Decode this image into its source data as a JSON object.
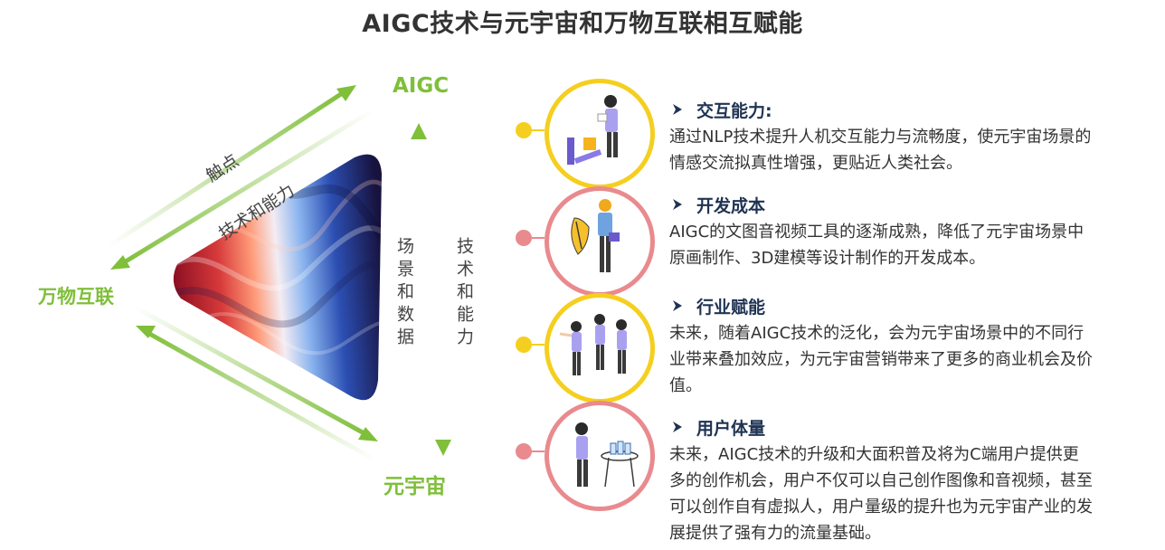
{
  "title": "AIGC技术与元宇宙和万物互联相互赋能",
  "nodes": {
    "aigc": "AIGC",
    "iot": "万物互联",
    "metaverse": "元宇宙"
  },
  "edges": {
    "touchpoint": "触点",
    "tech_ability_diag": "技术和能力",
    "scene_data": "场景和数据",
    "tech_ability_vert": "技术和能力"
  },
  "colors": {
    "green": "#7fbf3a",
    "yellow": "#f5cf1f",
    "pink": "#e98a8e",
    "head": "#1f3352"
  },
  "features": [
    {
      "title": "交互能力:",
      "body": "通过NLP技术提升人机交互能力与流畅度，使元宇宙场景的情感交流拟真性增强，更贴近人类社会。",
      "dot_color": "#f5cf1f",
      "icon": "person-with-clipboard-icon"
    },
    {
      "title": "开发成本",
      "body": "AIGC的文图音视频工具的逐渐成熟，降低了元宇宙场景中原画制作、3D建模等设计制作的开发成本。",
      "dot_color": "#e98a8e",
      "icon": "person-with-shield-icon"
    },
    {
      "title": "行业赋能",
      "body": "未来，随着AIGC技术的泛化，会为元宇宙场景中的不同行业带来叠加效应，为元宇宙营销带来了更多的商业机会及价值。",
      "dot_color": "#f5cf1f",
      "icon": "group-of-people-icon"
    },
    {
      "title": "用户体量",
      "body": "未来，AIGC技术的升级和大面积普及将为C端用户提供更多的创作机会，用户不仅可以自己创作图像和音视频，甚至可以创作自有虚拟人，用户量级的提升也为元宇宙产业的发展提供了强有力的流量基础。",
      "dot_color": "#e98a8e",
      "icon": "person-at-table-icon"
    }
  ]
}
